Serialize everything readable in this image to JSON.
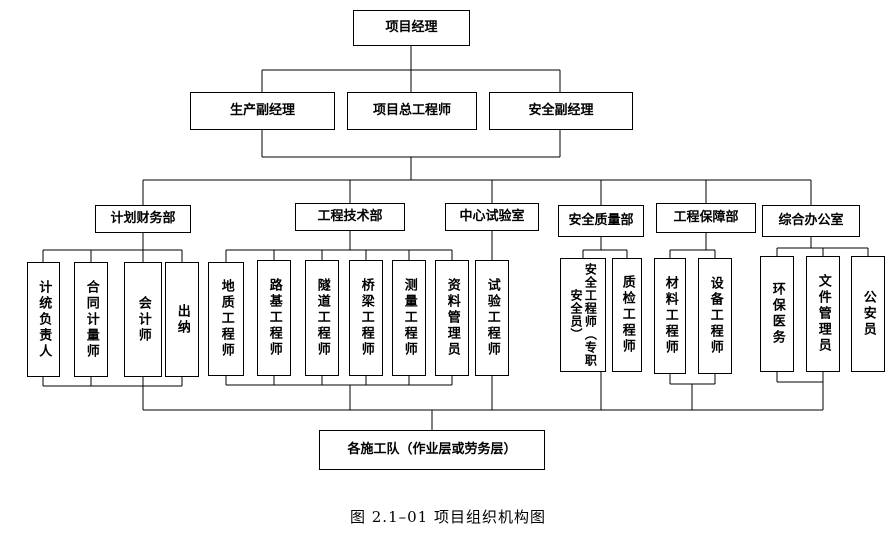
{
  "top": "项目经理",
  "deputies": [
    "生产副经理",
    "项目总工程师",
    "安全副经理"
  ],
  "departments": [
    {
      "name": "计划财务部",
      "roles": [
        "计统负责人",
        "合同计量师",
        "会计师",
        "出纳"
      ]
    },
    {
      "name": "工程技术部",
      "roles": [
        "地质工程师",
        "路基工程师",
        "隧道工程师",
        "桥梁工程师",
        "测量工程师",
        "资料管理员"
      ]
    },
    {
      "name": "中心试验室",
      "roles": [
        "试验工程师"
      ]
    },
    {
      "name": "安全质量部",
      "roles": [
        "安全工程师（专职安全员）",
        "质检工程师"
      ]
    },
    {
      "name": "工程保障部",
      "roles": [
        "材料工程师",
        "设备工程师"
      ]
    },
    {
      "name": "综合办公室",
      "roles": [
        "环保医务",
        "文件管理员",
        "公安员"
      ]
    }
  ],
  "bottom": "各施工队（作业层或劳务层）",
  "caption": "图 2.1–01   项目组织机构图"
}
